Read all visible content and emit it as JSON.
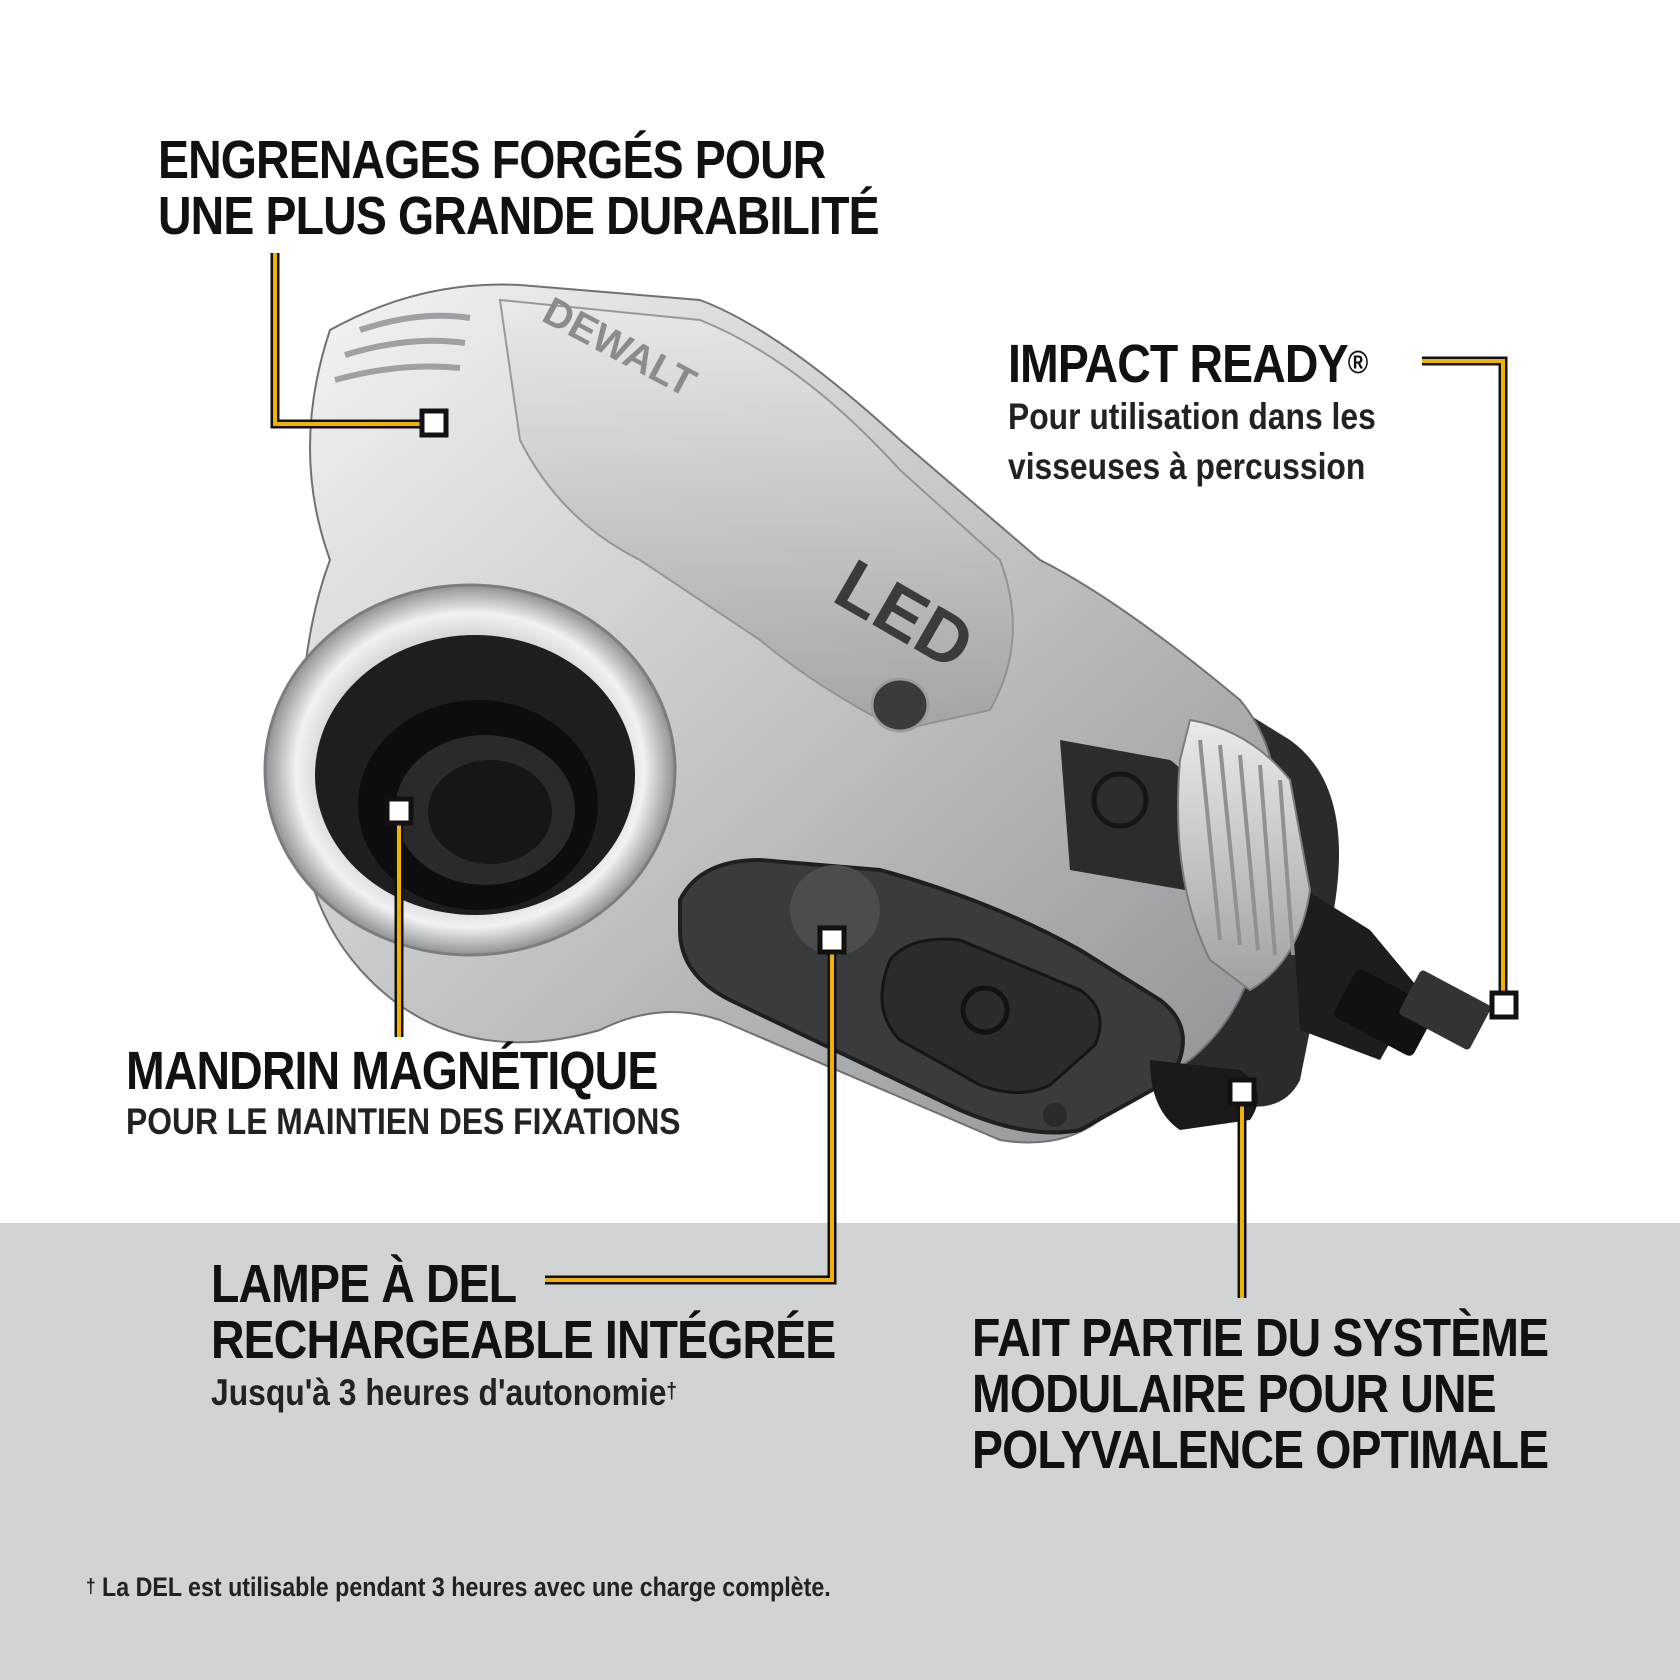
{
  "callouts": {
    "gears": {
      "line1": "ENGRENAGES FORGÉS POUR",
      "line2": "UNE PLUS GRANDE DURABILITÉ"
    },
    "impact": {
      "title": "IMPACT READY",
      "reg": "®",
      "line1": "Pour utilisation dans les",
      "line2": "visseuses à percussion"
    },
    "chuck": {
      "title": "MANDRIN MAGNÉTIQUE",
      "subtitle": "POUR LE MAINTIEN DES FIXATIONS"
    },
    "led": {
      "line1": "LAMPE À DEL",
      "line2": "RECHARGEABLE INTÉGRÉE",
      "subtitle": "Jusqu'à 3 heures d'autonomie",
      "dagger": "†"
    },
    "modular": {
      "line1": "FAIT PARTIE DU SYSTÈME",
      "line2": "MODULAIRE POUR UNE",
      "line3": "POLYVALENCE OPTIMALE"
    }
  },
  "footnote": {
    "dagger": "†",
    "text": "La DEL est utilisable pendant 3 heures avec une charge complète."
  },
  "product": {
    "brand_mark": "DEWALT",
    "led_mark": "LED"
  },
  "colors": {
    "leader": "#f2b300",
    "leader_outline": "#111111",
    "band": "#d2d3d4",
    "body_metal": "#c9cacc",
    "dark_rubber": "#2a2a2a"
  }
}
